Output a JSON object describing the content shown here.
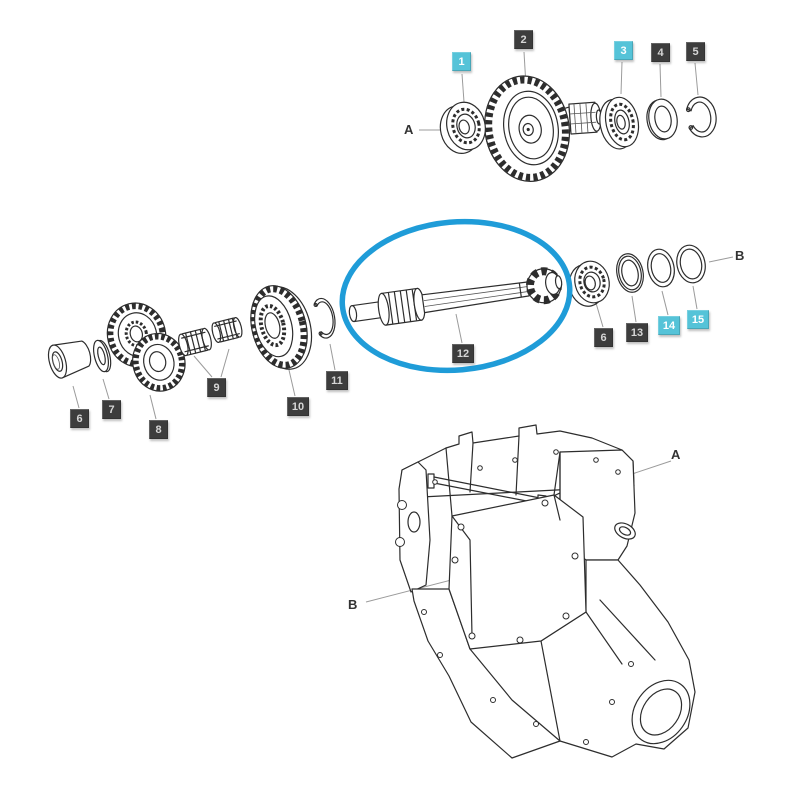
{
  "diagram": {
    "type": "exploded-parts-diagram",
    "subject": "gearbox-transmission-assembly",
    "colors": {
      "background": "#ffffff",
      "line": "#2d2d2d",
      "leader_line": "#9b9b9b",
      "tag_bg": "#3d3d3d",
      "tag_text": "#d6d6d6",
      "tag_highlight_bg": "#55c3d8",
      "tag_highlight_text": "#ffffff",
      "highlight_ellipse": "#1f9cd8"
    },
    "highlight_ellipse": {
      "encircles_tag": "12"
    },
    "tags": [
      {
        "label": "1",
        "highlighted": true
      },
      {
        "label": "2",
        "highlighted": false
      },
      {
        "label": "3",
        "highlighted": true
      },
      {
        "label": "4",
        "highlighted": false
      },
      {
        "label": "5",
        "highlighted": false
      },
      {
        "label": "6",
        "highlighted": false
      },
      {
        "label": "7",
        "highlighted": false
      },
      {
        "label": "8",
        "highlighted": false
      },
      {
        "label": "9",
        "highlighted": false
      },
      {
        "label": "10",
        "highlighted": false
      },
      {
        "label": "11",
        "highlighted": false
      },
      {
        "label": "12",
        "highlighted": false
      },
      {
        "label": "6",
        "highlighted": false
      },
      {
        "label": "13",
        "highlighted": false
      },
      {
        "label": "14",
        "highlighted": true
      },
      {
        "label": "15",
        "highlighted": true
      }
    ],
    "ref_letters": [
      {
        "label": "A",
        "location": "top-row"
      },
      {
        "label": "B",
        "location": "middle-row"
      },
      {
        "label": "A",
        "location": "housing"
      },
      {
        "label": "B",
        "location": "housing"
      }
    ]
  }
}
